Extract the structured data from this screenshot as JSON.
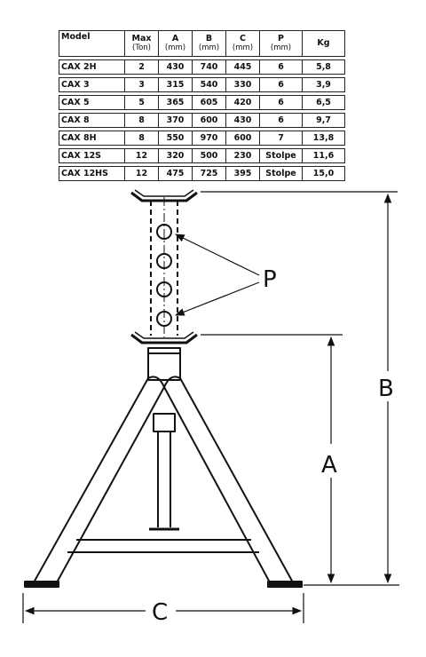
{
  "table": {
    "headers": [
      {
        "main": "Model",
        "sub": ""
      },
      {
        "main": "Max",
        "sub": "(Ton)"
      },
      {
        "main": "A",
        "sub": "(mm)"
      },
      {
        "main": "B",
        "sub": "(mm)"
      },
      {
        "main": "C",
        "sub": "(mm)"
      },
      {
        "main": "P",
        "sub": "(mm)"
      },
      {
        "main": "Kg",
        "sub": ""
      }
    ],
    "rows": [
      [
        "CAX 2H",
        "2",
        "430",
        "740",
        "445",
        "6",
        "5,8"
      ],
      [
        "CAX 3",
        "3",
        "315",
        "540",
        "330",
        "6",
        "3,9"
      ],
      [
        "CAX 5",
        "5",
        "365",
        "605",
        "420",
        "6",
        "6,5"
      ],
      [
        "CAX 8",
        "8",
        "370",
        "600",
        "430",
        "6",
        "9,7"
      ],
      [
        "CAX 8H",
        "8",
        "550",
        "970",
        "600",
        "7",
        "13,8"
      ],
      [
        "CAX 12S",
        "12",
        "320",
        "500",
        "230",
        "Stolpe",
        "11,6"
      ],
      [
        "CAX 12HS",
        "12",
        "475",
        "725",
        "395",
        "Stolpe",
        "15,0"
      ]
    ]
  },
  "drawing": {
    "labels": {
      "a": "A",
      "b": "B",
      "c": "C",
      "p": "P"
    }
  }
}
